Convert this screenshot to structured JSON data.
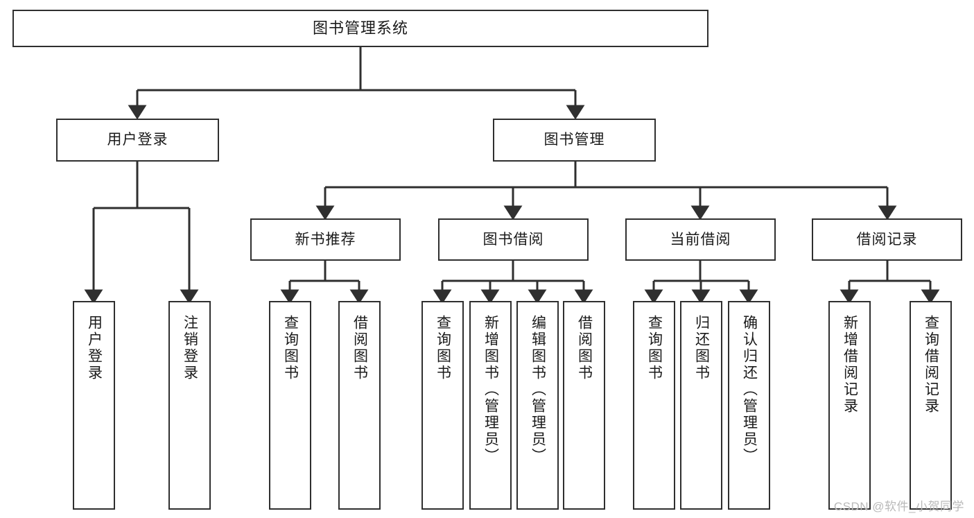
{
  "diagram": {
    "title": "图书管理系统",
    "type": "tree-hierarchy",
    "root": {
      "label": "图书管理系统"
    },
    "level2": [
      {
        "label": "用户登录"
      },
      {
        "label": "图书管理"
      }
    ],
    "level3": [
      {
        "label": "新书推荐"
      },
      {
        "label": "图书借阅"
      },
      {
        "label": "当前借阅"
      },
      {
        "label": "借阅记录"
      }
    ],
    "leaves": {
      "user_login": [
        {
          "label": "用户登录"
        },
        {
          "label": "注销登录"
        }
      ],
      "new_book_recommend": [
        {
          "label": "查询图书"
        },
        {
          "label": "借阅图书"
        }
      ],
      "book_borrow": [
        {
          "label": "查询图书"
        },
        {
          "label": "新增图书（管理员）"
        },
        {
          "label": "编辑图书（管理员）"
        },
        {
          "label": "借阅图书"
        }
      ],
      "current_borrow": [
        {
          "label": "查询图书"
        },
        {
          "label": "归还图书"
        },
        {
          "label": "确认归还（管理员）"
        }
      ],
      "borrow_record": [
        {
          "label": "新增借阅记录"
        },
        {
          "label": "查询借阅记录"
        }
      ]
    }
  },
  "watermark": {
    "text": "CSDN @软件_小贺同学"
  },
  "colors": {
    "stroke": "#2f2f2f",
    "background": "#ffffff",
    "text": "#1a1a1a",
    "watermark": "#b9b9b9"
  }
}
